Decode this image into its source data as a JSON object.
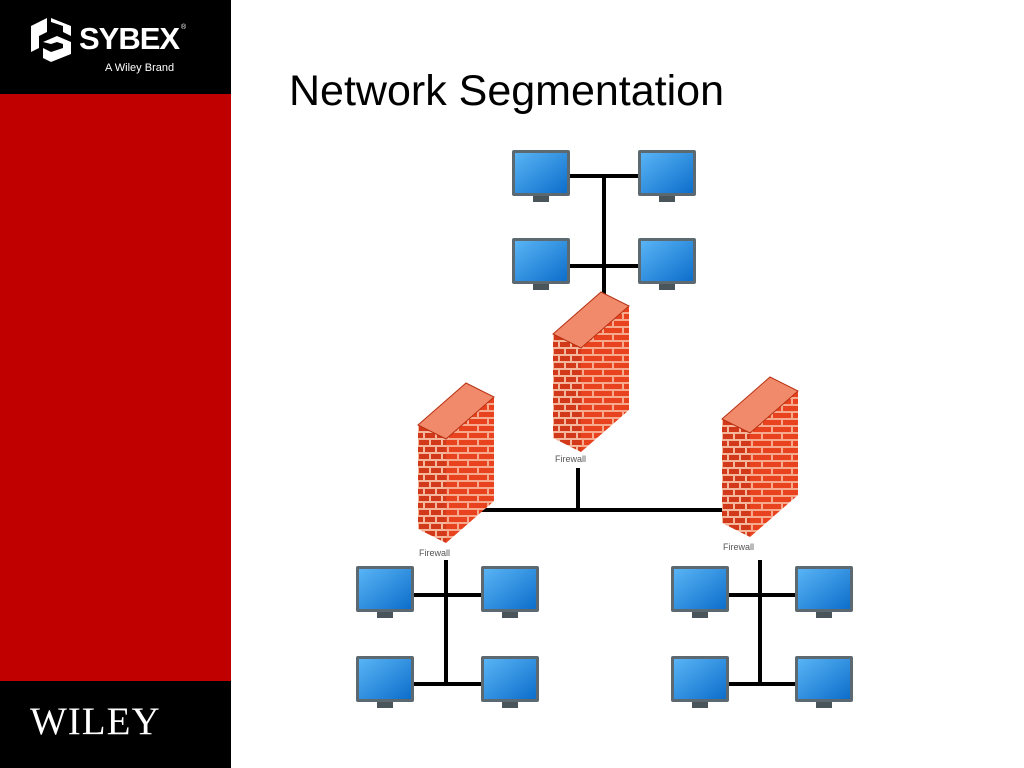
{
  "branding": {
    "publisher_wordmark": "SYBEX",
    "registered_mark": "®",
    "publisher_tagline": "A Wiley Brand",
    "footer_wordmark": "WILEY"
  },
  "slide": {
    "title": "Network Segmentation"
  },
  "diagram": {
    "firewall_label": "Firewall",
    "colors": {
      "sidebar_red": "#c00000",
      "brick_red": "#e8421e",
      "mortar": "#f6a98c",
      "monitor_blue": "#1f8ae0",
      "cable": "#000000"
    }
  }
}
